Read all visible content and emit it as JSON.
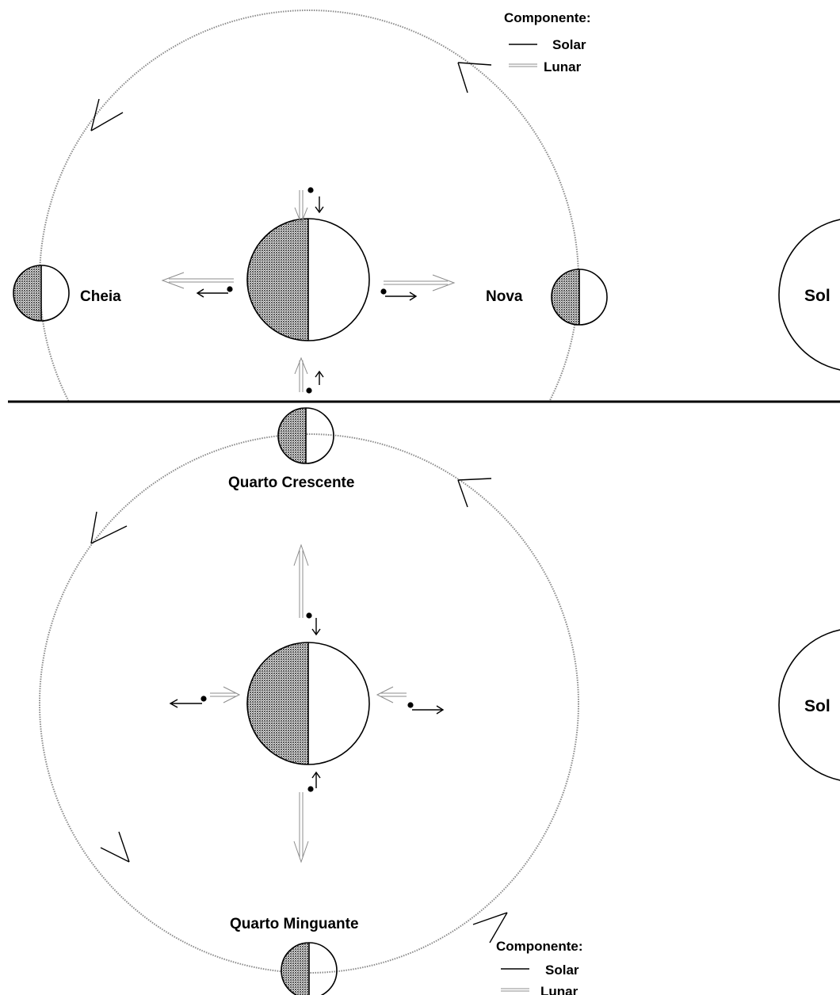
{
  "colors": {
    "background": "#ffffff",
    "ink": "#000000",
    "shade_fill": "#8a8a8a",
    "lunar_arrow": "#8c8c8c",
    "orbit": "#8a8a8a"
  },
  "top_panel": {
    "legend": {
      "title": "Componente:",
      "solar": "Solar",
      "lunar": "Lunar"
    },
    "moon_left_label": "Cheia",
    "moon_right_label": "Nova",
    "sun_label": "Sol"
  },
  "bottom_panel": {
    "legend": {
      "title": "Componente:",
      "solar": "Solar",
      "lunar": "Lunar"
    },
    "moon_top_label": "Quarto Crescente",
    "moon_bottom_label": "Quarto Minguante",
    "sun_label": "Sol"
  }
}
